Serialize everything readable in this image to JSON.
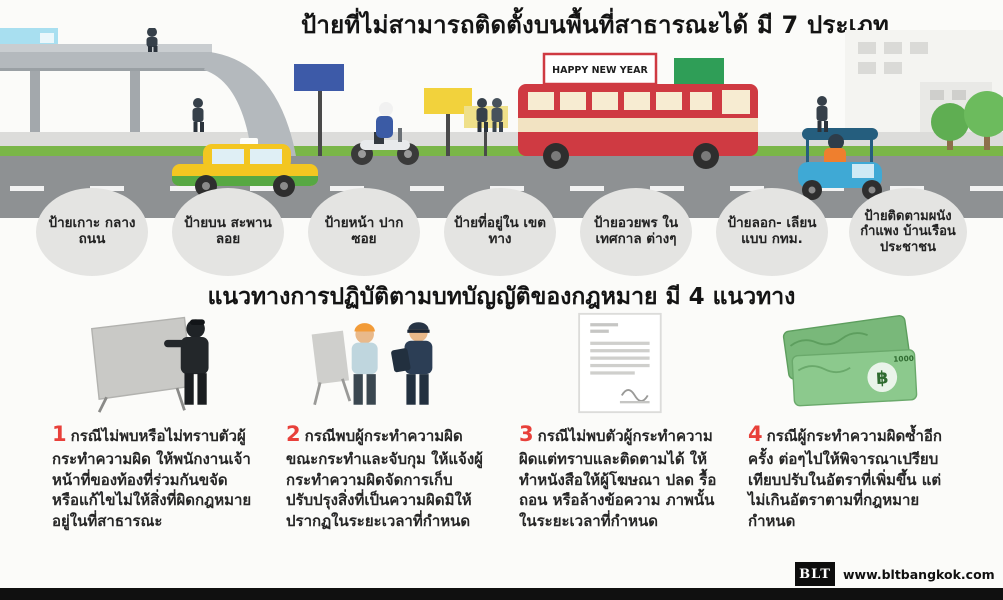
{
  "titles": {
    "signs": "ป้ายที่ไม่สามารถติดตั้งบนพื้นที่สาธารณะได้ มี 7 ประเภท",
    "guidelines": "แนวทางการปฏิบัติตามบทบัญญัติของกฎหมาย มี 4 แนวทาง"
  },
  "street_scene": {
    "bus_roof_sign": "HAPPY NEW YEAR"
  },
  "sign_types": [
    {
      "label": "ป้ายเกาะ กลางถนน"
    },
    {
      "label": "ป้ายบน สะพานลอย"
    },
    {
      "label": "ป้ายหน้า ปากซอย"
    },
    {
      "label": "ป้ายที่อยู่ใน เขตทาง"
    },
    {
      "label": "ป้ายอวยพร ในเทศกาล ต่างๆ"
    },
    {
      "label": "ป้ายลอก- เลียนแบบ กทม."
    },
    {
      "label": "ป้ายติดตามผนัง กำแพง บ้านเรือน ประชาชน"
    }
  ],
  "guidelines": [
    {
      "number": "1",
      "text": "กรณีไม่พบหรือไม่ทราบตัวผู้กระทำความผิด ให้พนักงานเจ้าหน้าที่ของท้องที่ร่วมกันขจัดหรือแก้ไขไม่ให้สิ่งที่ผิดกฎหมายอยู่ในที่สาธารณะ"
    },
    {
      "number": "2",
      "text": "กรณีพบผู้กระทำความผิดขณะกระทำและจับกุม ให้แจ้งผู้กระทำความผิดจัดการเก็บ ปรับปรุงสิ่งที่เป็นความผิดมิให้ปรากฏในระยะเวลาที่กำหนด"
    },
    {
      "number": "3",
      "text": "กรณีไม่พบตัวผู้กระทำความผิดแต่ทราบและติดตามได้ ให้ทำหนังสือให้ผู้โฆษณา ปลด รื้อ ถอน หรือล้างข้อความ ภาพนั้นในระยะเวลาที่กำหนด"
    },
    {
      "number": "4",
      "text": "กรณีผู้กระทำความผิดซ้ำอีกครั้ง ต่อๆไปให้พิจารณาเปรียบเทียบปรับในอัตราที่เพิ่มขึ้น แต่ไม่เกินอัตราตามที่กฎหมายกำหนด"
    }
  ],
  "banknote": {
    "currency_symbol": "฿",
    "denomination": "1000"
  },
  "footer": {
    "logo_text": "BLT",
    "website": "www.bltbangkok.com"
  },
  "colors": {
    "accent_red": "#e8403a",
    "circle_gray": "#e4e4e2",
    "bus_red": "#cf3a42",
    "taxi_yellow": "#f3c621",
    "taxi_green": "#57a843",
    "tuktuk_blue": "#3fa9d5",
    "money_green": "#8cc98d"
  }
}
